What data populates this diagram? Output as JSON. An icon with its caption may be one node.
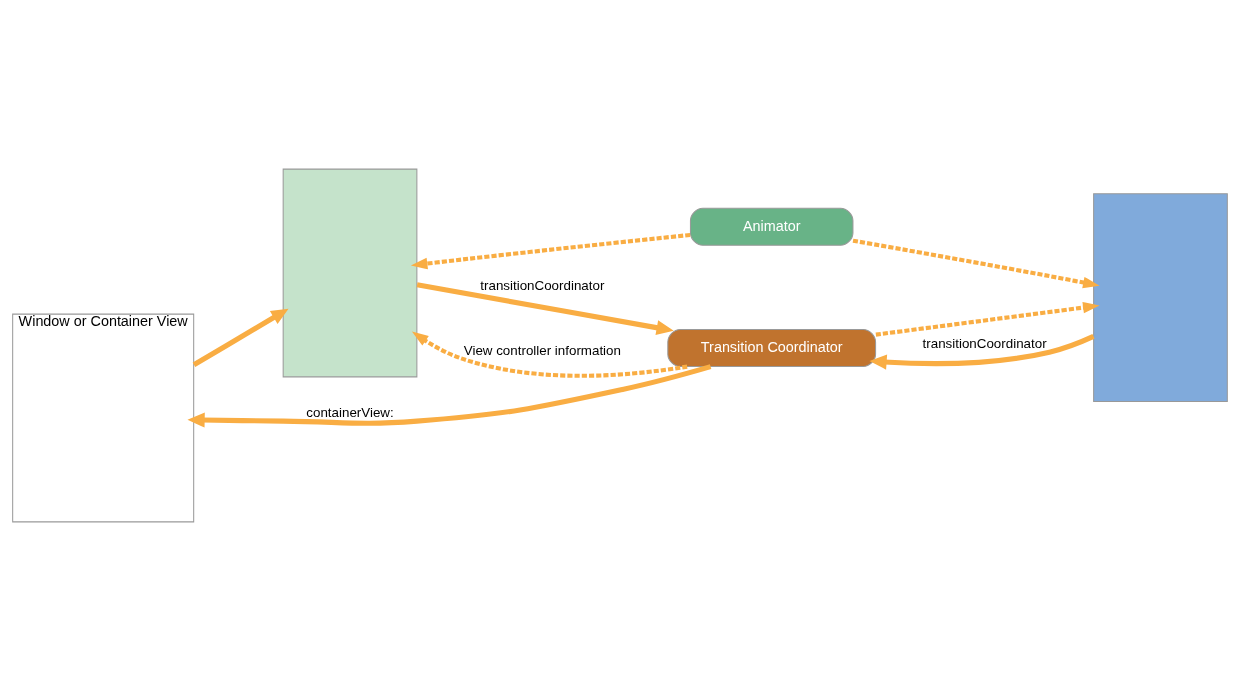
{
  "diagram": {
    "nodes": [
      {
        "text": [
          "Window or Container View"
        ]
      },
      {
        "text": [],
        "shape": "box"
      },
      {
        "text": [
          "Animator"
        ]
      },
      {
        "text": [],
        "shape": "box"
      },
      {
        "text": [
          "Transition Coordinator"
        ]
      }
    ],
    "edges": [
      {
        "from": 0,
        "to": 1,
        "arrow": "to"
      },
      {
        "from": 2,
        "to": 1,
        "arrow": "to",
        "style": "dashed"
      },
      {
        "from": 2,
        "to": 3,
        "arrow": "to",
        "style": "dashed"
      },
      {
        "from": 4,
        "to": 1,
        "arrow": "to",
        "style": "dashed",
        "label": "View controller information"
      },
      {
        "from": 4,
        "to": 3,
        "arrow": "to",
        "style": "dashed"
      },
      {
        "from": 1,
        "to": 4,
        "arrow": "to",
        "label": "transitionCoordinator"
      },
      {
        "from": 3,
        "to": 4,
        "arrow": "to",
        "label": "transitionCoordinator"
      },
      {
        "from": 4,
        "to": 0,
        "arrow": "to",
        "label": "containerView:"
      }
    ]
  }
}
